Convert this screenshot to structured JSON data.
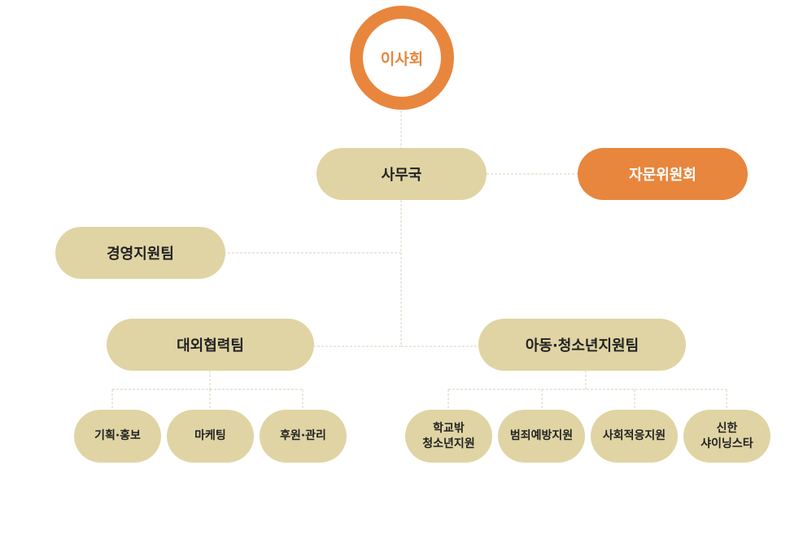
{
  "colors": {
    "accent": "#e8863d",
    "node": "#e0d4a4",
    "line": "#d9d2bd",
    "text": "#222222"
  },
  "nodes": {
    "board": "이사회",
    "secretariat": "사무국",
    "advisory": "자문위원회",
    "management": "경영지원팀",
    "external": "대외협력팀",
    "youth": "아동·청소년지원팀",
    "pr": "기획·홍보",
    "marketing": "마케팅",
    "sponsor": "후원·관리",
    "outofschool": [
      "학교밖",
      "청소년지원"
    ],
    "crime": "범죄예방지원",
    "social": "사회적응지원",
    "shinhan": [
      "신한",
      "샤이닝스타"
    ]
  }
}
